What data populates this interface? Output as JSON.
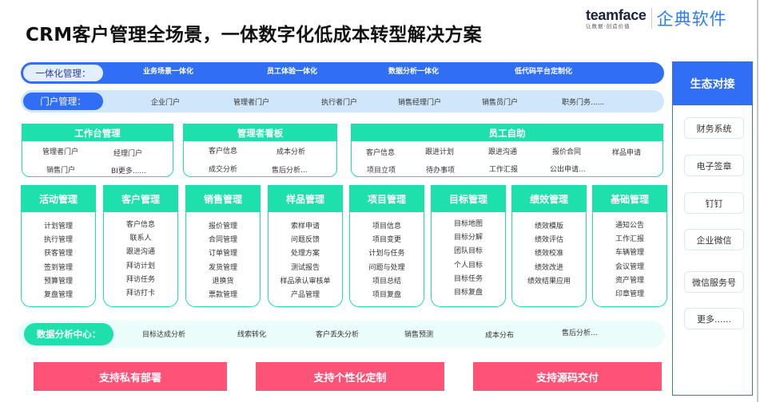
{
  "title": "CRM客户管理全场景，一体数字化低成本转型解决方案",
  "brand": {
    "name_en": "teamface",
    "slogan": "让数据·创造价值",
    "name_cn": "企典软件"
  },
  "integration_bar": {
    "label": "一体化管理：",
    "items": [
      "业务场景一体化",
      "员工体验一体化",
      "数据分析一体化",
      "低代码平台定制化"
    ]
  },
  "portal_bar": {
    "label": "门户管理：",
    "items": [
      "企业门户",
      "管理者门户",
      "执行者门户",
      "销售经理门户",
      "销售员门户",
      "职务门务......"
    ]
  },
  "top_cards": [
    {
      "title": "工作台管理",
      "items": [
        "管理者门户",
        "经理门户",
        "销售门户",
        "BI更多......"
      ]
    },
    {
      "title": "管理者看板",
      "items": [
        "客户信息",
        "成本分析",
        "成交分析",
        "售后分析..."
      ]
    },
    {
      "title": "员工自助",
      "items": [
        "客户信息",
        "跟进计划",
        "跟进沟通",
        "报价合同",
        "样品申请",
        "项目立项",
        "待办事项",
        "工作汇报",
        "公出申请..."
      ]
    }
  ],
  "modules": [
    {
      "title": "活动管理",
      "items": [
        "计划管理",
        "执行管理",
        "获客管理",
        "签到管理",
        "预算管理",
        "复盘管理"
      ]
    },
    {
      "title": "客户管理",
      "items": [
        "客户信息",
        "联系人",
        "跟进沟通",
        "拜访计划",
        "拜访任务",
        "拜访打卡"
      ]
    },
    {
      "title": "销售管理",
      "items": [
        "报价管理",
        "合同管理",
        "订单管理",
        "发货管理",
        "退换货",
        "票款管理"
      ]
    },
    {
      "title": "样品管理",
      "items": [
        "索样申请",
        "问题反馈",
        "处理方案",
        "测试报告",
        "样品承认审核单",
        "产品管理"
      ]
    },
    {
      "title": "项目管理",
      "items": [
        "项目信息",
        "项目变更",
        "计划与任务",
        "问题与处理",
        "项目总结",
        "项目复盘"
      ]
    },
    {
      "title": "目标管理",
      "items": [
        "目标地图",
        "目标分解",
        "团队目标",
        "个人目标",
        "目标任务",
        "目标复盘"
      ]
    },
    {
      "title": "绩效管理",
      "items": [
        "绩效模版",
        "绩效评估",
        "绩效校准",
        "绩效改进",
        "绩效结果应用"
      ]
    },
    {
      "title": "基础管理",
      "items": [
        "通知公告",
        "工作汇报",
        "车辆管理",
        "会议管理",
        "资产管理",
        "印章管理"
      ]
    }
  ],
  "data_analysis": {
    "label": "数据分析中心：",
    "items": [
      "目标达成分析",
      "线索转化",
      "客户丢失分析",
      "销售预测",
      "成本分布",
      "售后分析..."
    ]
  },
  "support_buttons": [
    "支持私有部署",
    "支持个性化定制",
    "支持源码交付"
  ],
  "ecosystem": {
    "title": "生态对接",
    "items": [
      "财务系统",
      "电子签章",
      "钉钉",
      "企业微信",
      "微信服务号",
      "更多......"
    ]
  },
  "colors": {
    "primary_blue": "#2f6ef5",
    "light_blue": "#cfe6fb",
    "mint_green": "#1ee0ad",
    "mint_bg": "#eafdfa",
    "pink": "#ff5277",
    "brand_blue": "#2b7ff5"
  }
}
